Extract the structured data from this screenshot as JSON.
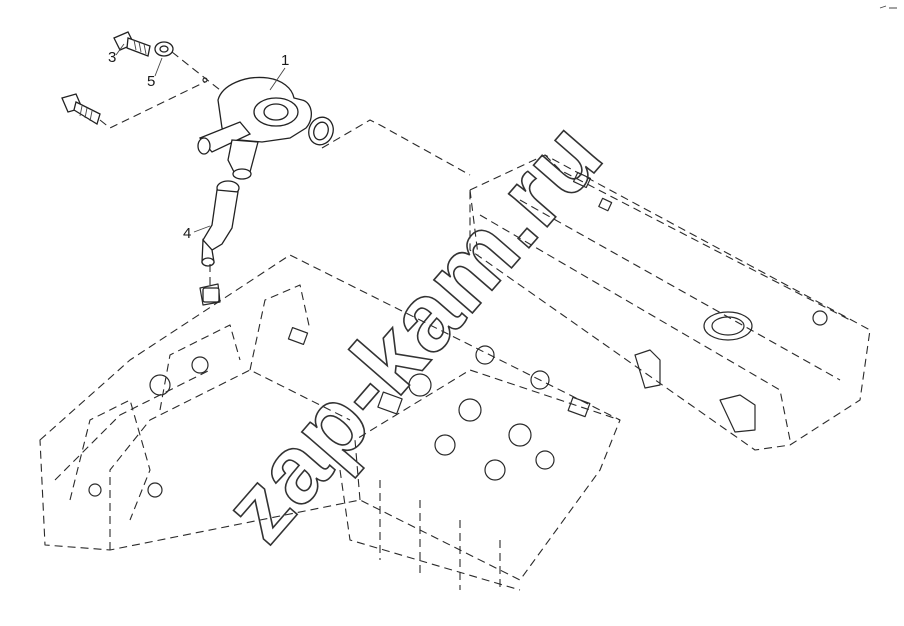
{
  "diagram": {
    "callouts": {
      "p1": "1",
      "p3": "3",
      "p4": "4",
      "p5": "5"
    },
    "watermark": "zap-kam.ru"
  }
}
